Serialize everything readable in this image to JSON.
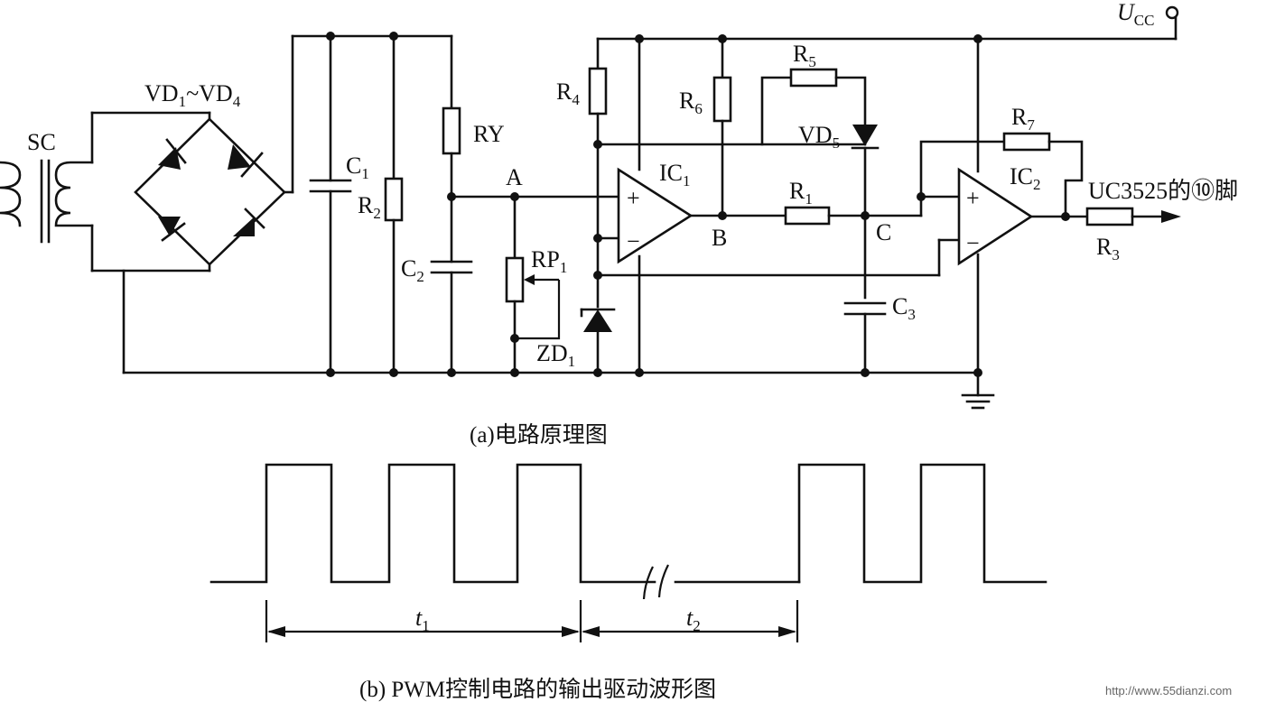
{
  "schematic": {
    "labels": {
      "transformer": "SC",
      "bridge_main": "VD",
      "bridge_sub1": "1",
      "bridge_tilde": "~VD",
      "bridge_sub2": "4",
      "c1_main": "C",
      "c1_sub": "1",
      "r2_main": "R",
      "r2_sub": "2",
      "ry": "RY",
      "c2_main": "C",
      "c2_sub": "2",
      "node_a": "A",
      "rp1_main": "RP",
      "rp1_sub": "1",
      "zd1_main": "ZD",
      "zd1_sub": "1",
      "r4_main": "R",
      "r4_sub": "4",
      "ic1_main": "IC",
      "ic1_sub": "1",
      "node_b": "B",
      "r6_main": "R",
      "r6_sub": "6",
      "r5_main": "R",
      "r5_sub": "5",
      "vd5_main": "VD",
      "vd5_sub": "5",
      "r1_main": "R",
      "r1_sub": "1",
      "node_c": "C",
      "c3_main": "C",
      "c3_sub": "3",
      "r7_main": "R",
      "r7_sub": "7",
      "ic2_main": "IC",
      "ic2_sub": "2",
      "output": "UC3525的⑩脚",
      "r3_main": "R",
      "r3_sub": "3",
      "ucc_main": "U",
      "ucc_sub": "CC",
      "plus": "+",
      "minus": "−"
    },
    "caption": "(a)电路原理图"
  },
  "waveform": {
    "t1_main": "t",
    "t1_sub": "1",
    "t2_main": "t",
    "t2_sub": "2",
    "caption": "(b) PWM控制电路的输出驱动波形图"
  },
  "watermark": "http://www.55dianzi.com"
}
